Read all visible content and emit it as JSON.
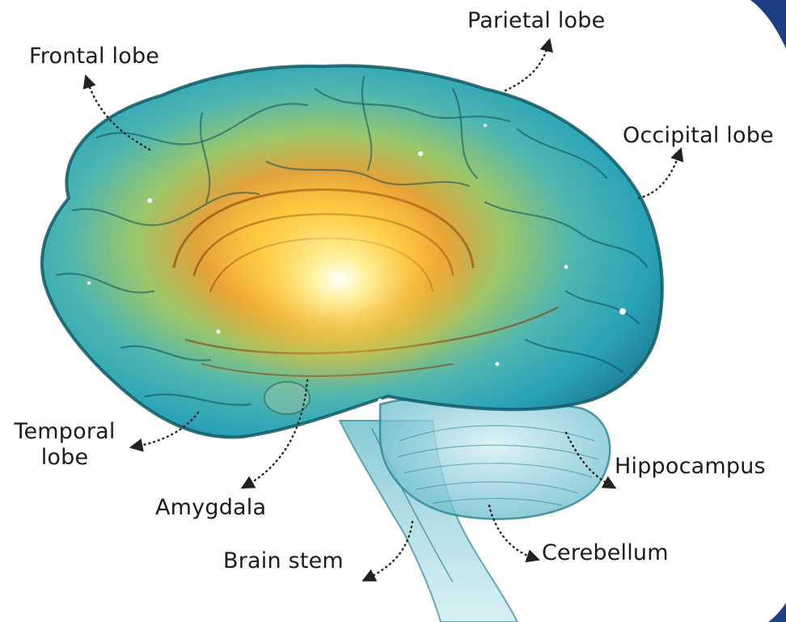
{
  "labels": {
    "frontal_lobe": "Frontal lobe",
    "parietal_lobe": "Parietal lobe",
    "occipital_lobe": "Occipital lobe",
    "temporal_lobe_line1": "Temporal",
    "temporal_lobe_line2": "lobe",
    "amygdala": "Amygdala",
    "brain_stem": "Brain stem",
    "hippocampus": "Hippocampus",
    "cerebellum": "Cerebellum"
  },
  "colors": {
    "brain_outer": "#2aa3b8",
    "brain_edge": "#0f5a66",
    "core_glow": "#ffd24a",
    "core_orange": "#e07a1f",
    "label_text": "#1b1b1b",
    "leader": "#222222"
  }
}
